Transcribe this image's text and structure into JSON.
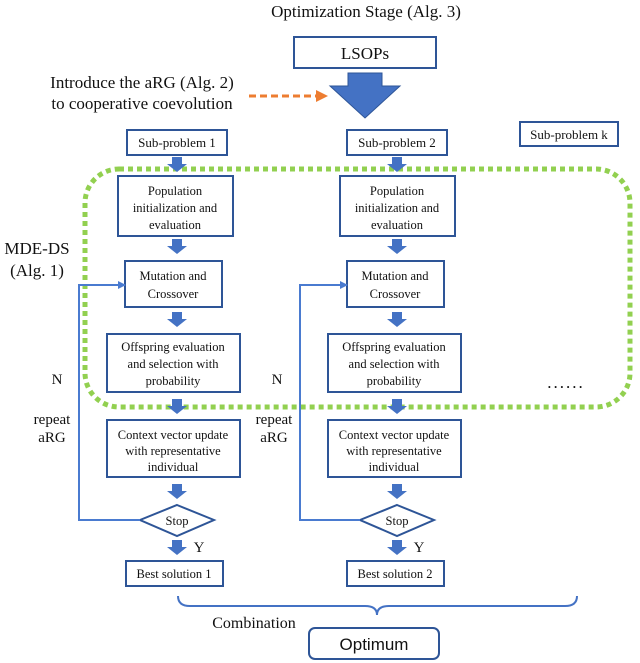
{
  "title": "Optimization Stage (Alg. 3)",
  "lsops_label": "LSOPs",
  "intro_line1": "Introduce the aRG (Alg. 2)",
  "intro_line2": "to cooperative coevolution",
  "mde_ds_line1": "MDE-DS",
  "mde_ds_line2": "(Alg. 1)",
  "subproblem_k_label": "Sub-problem k",
  "ellipsis": "......",
  "combination_label": "Combination",
  "optimum_label": "Optimum",
  "columns": [
    {
      "subproblem": "Sub-problem 1",
      "init_line1": "Population",
      "init_line2": "initialization and",
      "init_line3": "evaluation",
      "mutation_line1": "Mutation and",
      "mutation_line2": "Crossover",
      "offspring_line1": "Offspring evaluation",
      "offspring_line2": "and selection with",
      "offspring_line3": "probability",
      "context_line1": "Context vector update",
      "context_line2": "with representative",
      "context_line3": "individual",
      "stop_label": "Stop",
      "yes_label": "Y",
      "no_label": "N",
      "repeat_line1": "repeat",
      "repeat_line2": "aRG",
      "best_label": "Best solution 1"
    },
    {
      "subproblem": "Sub-problem 2",
      "init_line1": "Population",
      "init_line2": "initialization and",
      "init_line3": "evaluation",
      "mutation_line1": "Mutation and",
      "mutation_line2": "Crossover",
      "offspring_line1": "Offspring evaluation",
      "offspring_line2": "and selection with",
      "offspring_line3": "probability",
      "context_line1": "Context vector update",
      "context_line2": "with representative",
      "context_line3": "individual",
      "stop_label": "Stop",
      "yes_label": "Y",
      "no_label": "N",
      "repeat_line1": "repeat",
      "repeat_line2": "aRG",
      "best_label": "Best solution 2"
    }
  ],
  "colors": {
    "box_border": "#2e5597",
    "arrow_fill": "#4472c4",
    "connector": "#4a7bd0",
    "dotted_region": "#92d050",
    "intro_arrow": "#ed7d31",
    "brace": "#4472c4"
  }
}
